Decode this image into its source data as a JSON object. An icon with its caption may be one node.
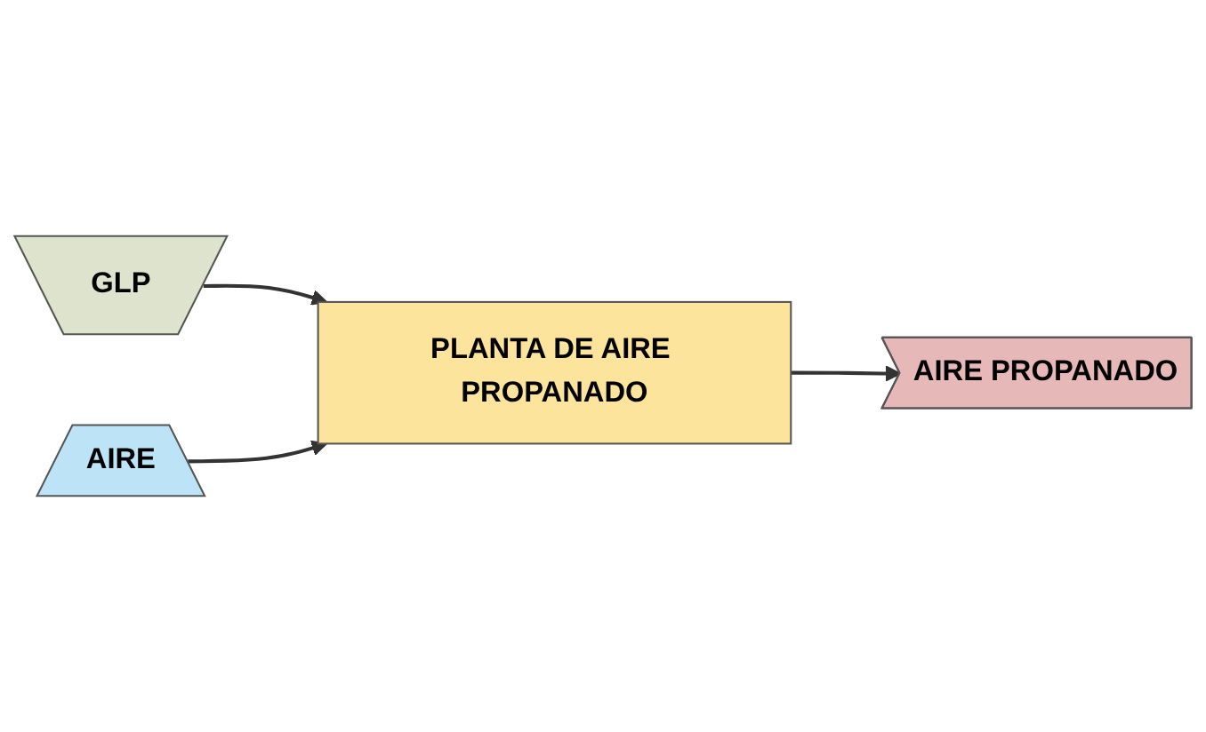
{
  "diagram": {
    "nodes": [
      {
        "text": [
          "GLP"
        ]
      },
      {
        "text": [
          "PLANTA DE AIRE PROPANADO"
        ]
      },
      {
        "text": [
          "AIRE PROPANADO"
        ]
      },
      {
        "text": [
          "AIRE"
        ]
      }
    ],
    "edges": [
      {
        "from": 0,
        "to": 1,
        "arrow": "to"
      },
      {
        "from": 1,
        "to": 2,
        "arrow": "to"
      },
      {
        "from": 3,
        "to": 1,
        "arrow": "to"
      }
    ]
  }
}
